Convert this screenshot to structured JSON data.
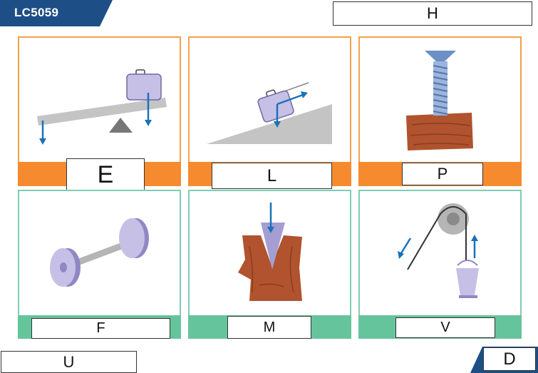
{
  "header": {
    "code": "LC5059",
    "answer_top": "H"
  },
  "cards": [
    {
      "id": "lever",
      "label": "E"
    },
    {
      "id": "incline",
      "label": "L"
    },
    {
      "id": "screw",
      "label": "P"
    },
    {
      "id": "wheel-axle",
      "label": "F"
    },
    {
      "id": "wedge",
      "label": "M"
    },
    {
      "id": "pulley",
      "label": "V"
    }
  ],
  "footer": {
    "answer_left": "U",
    "answer_right": "D"
  },
  "colors": {
    "brand": "#1d4f86",
    "orange": "#f58a2e",
    "green": "#66c49c",
    "arrow": "#1a72b8",
    "lavender": "#c6c0e6",
    "wood": "#b0532e"
  }
}
